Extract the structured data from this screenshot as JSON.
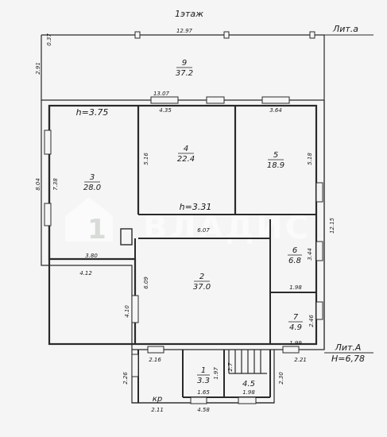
{
  "floor_title": "1этаж",
  "lit_a_top": "Лит.а",
  "lit_A_label": "Лит.А",
  "lit_A_height": "H=6,78",
  "watermark": "ВЛАДИС",
  "heights": {
    "main": "h=3.75",
    "hall": "h=3.31"
  },
  "rooms": [
    {
      "num": "9",
      "area": "37.2"
    },
    {
      "num": "4",
      "area": "22.4"
    },
    {
      "num": "5",
      "area": "18.9"
    },
    {
      "num": "3",
      "area": "28.0"
    },
    {
      "num": "2",
      "area": "37.0"
    },
    {
      "num": "6",
      "area": "6.8"
    },
    {
      "num": "7",
      "area": "4.9"
    },
    {
      "num": "1",
      "area": "3.3"
    },
    {
      "num": "",
      "area": "4.5"
    },
    {
      "num": "кр",
      "area": ""
    }
  ],
  "dimensions": {
    "d1297": "12.97",
    "d037": "0.37",
    "d291": "2.91",
    "d1307": "13.07",
    "d435": "4.35",
    "d364": "3.64",
    "d516": "5.16",
    "d518": "5.18",
    "d804": "8.04",
    "d738": "7.38",
    "d380": "3.80",
    "d412": "4.12",
    "d607": "6.07",
    "d609": "6.09",
    "d410": "4.10",
    "d1215": "12.15",
    "d344": "3.44",
    "d198a": "1.98",
    "d246": "2.46",
    "d199": "1.99",
    "d221": "2.21",
    "d216": "2.16",
    "d226": "2.26",
    "d211": "2.11",
    "d197": "1.97",
    "d165": "1.65",
    "d198b": "1.98",
    "d458": "4.58",
    "d230": "2.30",
    "d27": "2.7"
  }
}
